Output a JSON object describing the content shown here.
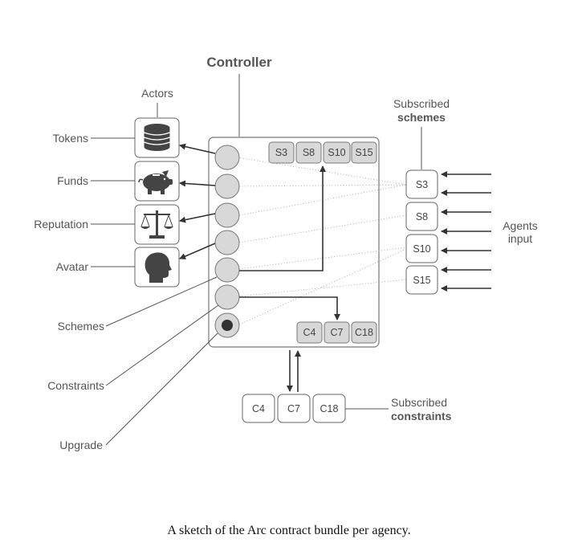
{
  "title": "Controller",
  "actors_label": "Actors",
  "actors": [
    {
      "label": "Tokens",
      "icon": "coin-stack-icon"
    },
    {
      "label": "Funds",
      "icon": "piggy-bank-icon"
    },
    {
      "label": "Reputation",
      "icon": "scales-icon"
    },
    {
      "label": "Avatar",
      "icon": "head-profile-icon"
    }
  ],
  "left_labels": [
    "Schemes",
    "Constraints",
    "Upgrade"
  ],
  "header_schemes": [
    "S3",
    "S8",
    "S10",
    "S15"
  ],
  "header_constraints": [
    "C4",
    "C7",
    "C18"
  ],
  "subscribed_schemes": {
    "line1": "Subscribed",
    "line2": "schemes",
    "items": [
      "S3",
      "S8",
      "S10",
      "S15"
    ]
  },
  "agents_input": {
    "line1": "Agents",
    "line2": "input"
  },
  "subscribed_constraints": {
    "line1": "Subscribed",
    "line2": "constraints",
    "items": [
      "C4",
      "C7",
      "C18"
    ]
  },
  "caption": "A sketch of the Arc contract bundle per agency."
}
